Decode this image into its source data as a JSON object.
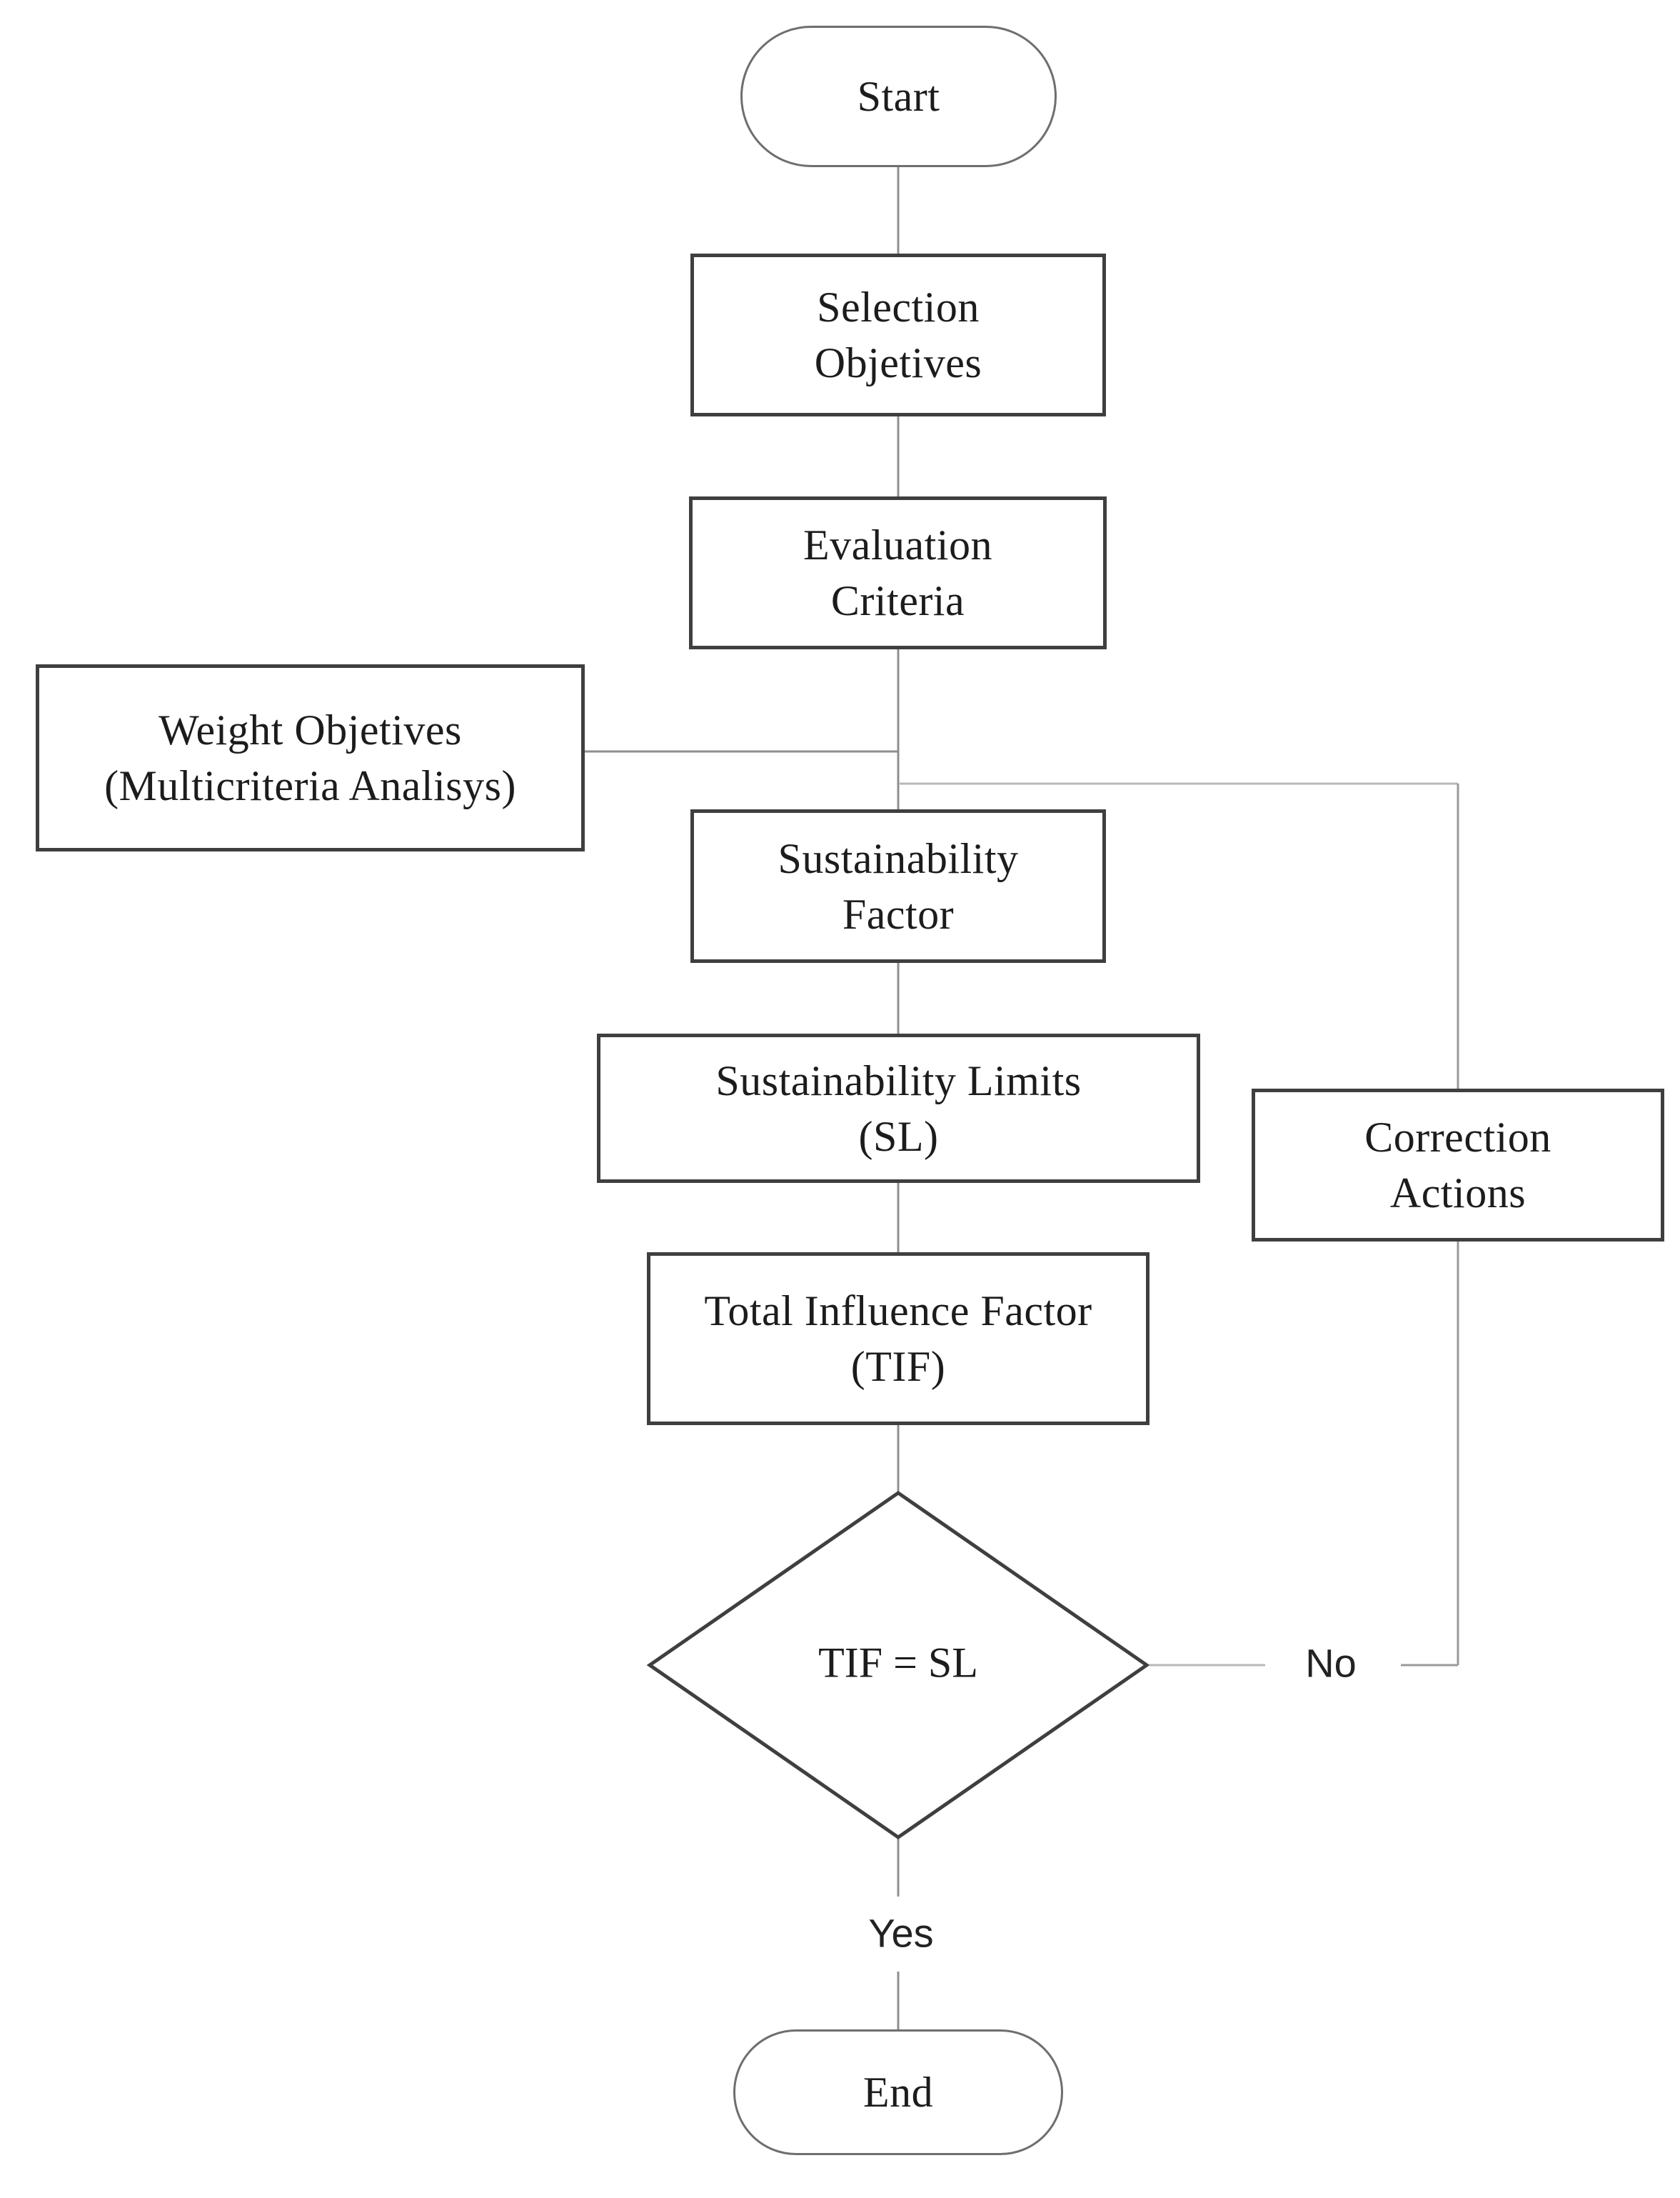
{
  "flowchart": {
    "nodes": {
      "start": {
        "type": "terminator",
        "label": "Start"
      },
      "selection_objetives": {
        "type": "process",
        "line1": "Selection",
        "line2": "Objetives"
      },
      "evaluation_criteria": {
        "type": "process",
        "line1": "Evaluation",
        "line2": "Criteria"
      },
      "weight_objetives": {
        "type": "process",
        "line1": "Weight Objetives",
        "line2": "(Multicriteria Analisys)"
      },
      "sustainability_factor": {
        "type": "process",
        "line1": "Sustainability",
        "line2": "Factor"
      },
      "sustainability_limits": {
        "type": "process",
        "line1": "Sustainability Limits",
        "line2": "(SL)"
      },
      "total_influence_factor": {
        "type": "process",
        "line1": "Total Influence Factor",
        "line2": "(TIF)"
      },
      "decision_tif_sl": {
        "type": "decision",
        "label": "TIF = SL"
      },
      "correction_actions": {
        "type": "process",
        "line1": "Correction",
        "line2": "Actions"
      },
      "end": {
        "type": "terminator",
        "label": "End"
      }
    },
    "edge_labels": {
      "no": "No",
      "yes": "Yes"
    },
    "edges": [
      {
        "from": "start",
        "to": "selection_objetives"
      },
      {
        "from": "selection_objetives",
        "to": "evaluation_criteria"
      },
      {
        "from": "evaluation_criteria",
        "to": "sustainability_factor"
      },
      {
        "from": "weight_objetives",
        "to": "main_flow_junction"
      },
      {
        "from": "sustainability_factor",
        "to": "sustainability_limits"
      },
      {
        "from": "sustainability_limits",
        "to": "total_influence_factor"
      },
      {
        "from": "total_influence_factor",
        "to": "decision_tif_sl"
      },
      {
        "from": "decision_tif_sl",
        "to": "end",
        "label": "Yes"
      },
      {
        "from": "decision_tif_sl",
        "to": "correction_actions",
        "label": "No"
      },
      {
        "from": "correction_actions",
        "to": "main_flow_junction"
      }
    ],
    "colors": {
      "background": "#ffffff",
      "process_border": "#3f3f3f",
      "terminator_border": "#6e6e6e",
      "connector": "#8f8f8f",
      "connector_light": "#b8b8b8",
      "text": "#1c1c1c"
    }
  }
}
